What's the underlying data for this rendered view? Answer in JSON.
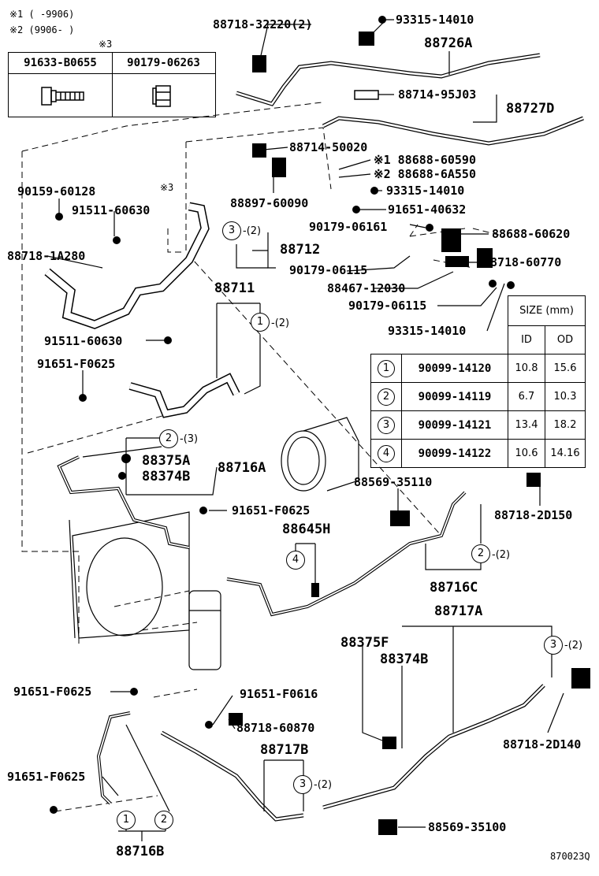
{
  "notes": {
    "note1": "※1 (      -9906)",
    "note2": "※2 (9906-      )",
    "note3_marker": "※3"
  },
  "note_table": {
    "col1": "91633-B0655",
    "col2": "90179-06263"
  },
  "labels": {
    "p88718_32220": "88718-32220(2)",
    "p93315_14010_top": "93315-14010",
    "p88726A": "88726A",
    "p88714_95J03": "88714-95J03",
    "p88727D": "88727D",
    "p88714_50020": "88714-50020",
    "p88688_60590": "※1 88688-60590",
    "p88688_6A550": "※2 88688-6A550",
    "p93315_14010_mid": "93315-14010",
    "p88897_60090": "88897-60090",
    "p91651_40632": "91651-40632",
    "p90159_60128": "90159-60128",
    "mark3": "※3",
    "p91511_60630_top": "91511-60630",
    "p90179_06161": "90179-06161",
    "p88688_60620": "88688-60620",
    "p88718_1A280": "88718-1A280",
    "p88712": "88712",
    "p90179_06115_a": "90179-06115",
    "p88718_60770": "88718-60770",
    "p88467_12030": "88467-12030",
    "p88711": "88711",
    "p90179_06115_b": "90179-06115",
    "p93315_14010_low": "93315-14010",
    "p91511_60630_mid": "91511-60630",
    "p91651_F0625_a": "91651-F0625",
    "p88375A": "88375A",
    "p88374B_a": "88374B",
    "p88716A": "88716A",
    "p88569_35110": "88569-35110",
    "p88718_2D150": "88718-2D150",
    "p91651_F0625_b": "91651-F0625",
    "p88645H": "88645H",
    "p88716C": "88716C",
    "p88717A": "88717A",
    "p88375F": "88375F",
    "p88374B_b": "88374B",
    "p91651_F0625_c": "91651-F0625",
    "p91651_F0616": "91651-F0616",
    "p88718_60870": "88718-60870",
    "p88718_2D140": "88718-2D140",
    "p88717B": "88717B",
    "p91651_F0625_d": "91651-F0625",
    "p88569_35100": "88569-35100",
    "p88716B": "88716B",
    "figure_code": "870023Q"
  },
  "qty": {
    "q2": "-(2)",
    "q3": "-(3)"
  },
  "circle_nums": [
    "1",
    "2",
    "3",
    "4"
  ],
  "size_table": {
    "header_size": "SIZE (mm)",
    "header_id": "ID",
    "header_od": "OD",
    "rows": [
      {
        "num": "1",
        "part": "90099-14120",
        "id": "10.8",
        "od": "15.6"
      },
      {
        "num": "2",
        "part": "90099-14119",
        "id": "6.7",
        "od": "10.3"
      },
      {
        "num": "3",
        "part": "90099-14121",
        "id": "13.4",
        "od": "18.2"
      },
      {
        "num": "4",
        "part": "90099-14122",
        "id": "10.6",
        "od": "14.16"
      }
    ]
  }
}
